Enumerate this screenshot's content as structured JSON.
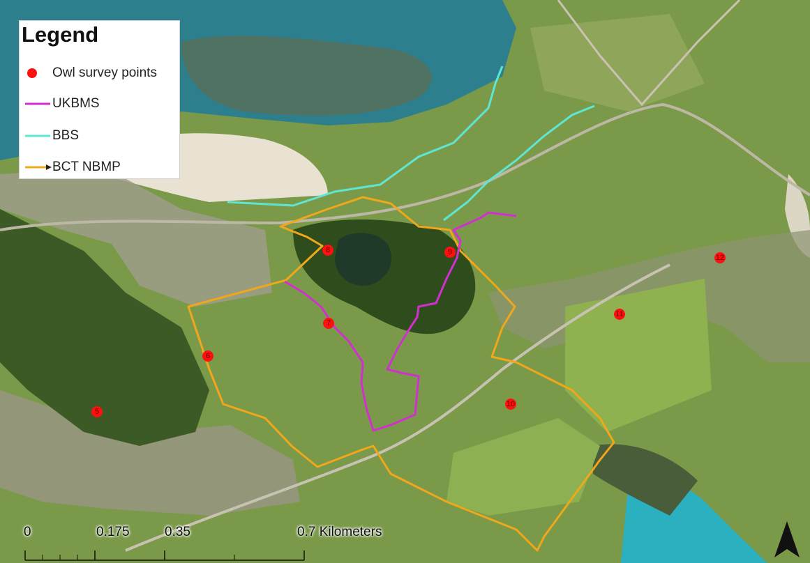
{
  "legend": {
    "title": "Legend",
    "items": [
      {
        "label": "Owl survey points",
        "symbol": "red-dot-icon",
        "color": "#ff1010"
      },
      {
        "label": "UKBMS",
        "symbol": "line",
        "color": "#d12fd0"
      },
      {
        "label": "BBS",
        "symbol": "line",
        "color": "#5fe6d3"
      },
      {
        "label": "BCT NBMP",
        "symbol": "arrow-line",
        "color": "#f0a81a"
      }
    ]
  },
  "survey_points": [
    {
      "id": "5",
      "label": "5"
    },
    {
      "id": "6",
      "label": "6"
    },
    {
      "id": "7",
      "label": "7"
    },
    {
      "id": "8",
      "label": "8"
    },
    {
      "id": "9",
      "label": "9"
    },
    {
      "id": "10",
      "label": "10"
    },
    {
      "id": "11",
      "label": "11"
    },
    {
      "id": "12",
      "label": "12"
    }
  ],
  "scale_bar": {
    "labels": [
      "0",
      "0.175",
      "0.35",
      "0.7 Kilometers"
    ]
  },
  "colors": {
    "point": "#ff1010",
    "ukbms": "#d12fd0",
    "bbs": "#5fe6d3",
    "bct": "#f0a81a",
    "sea": "#2f8fa0",
    "farmland": "#6f9a3a",
    "woodland": "#34501f"
  },
  "north_arrow": "north-arrow-icon"
}
